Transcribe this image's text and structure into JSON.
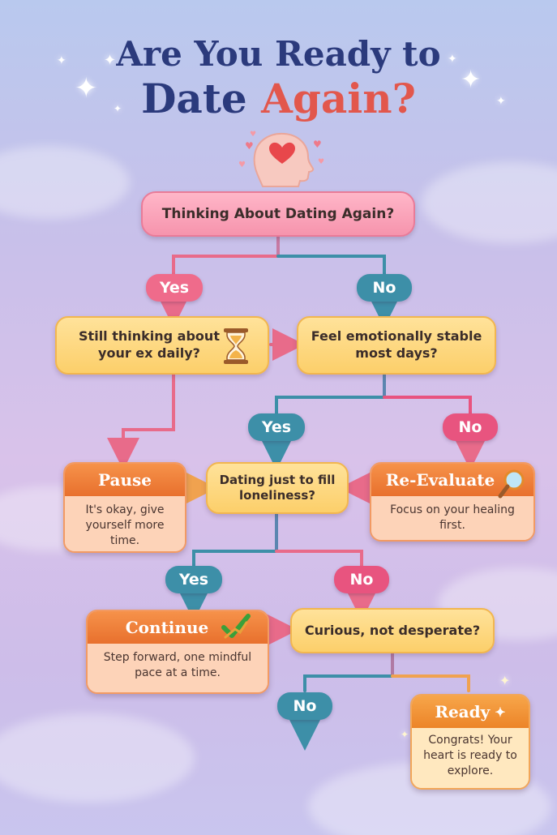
{
  "title": {
    "line1": "Are You Ready to",
    "line2_part1": "Date ",
    "line2_part2": "Again?"
  },
  "nodes": {
    "start": "Thinking About Dating Again?",
    "ex_daily": "Still thinking about your ex daily?",
    "stable": "Feel emotionally stable most days?",
    "loneliness": "Dating just to fill loneliness?",
    "curious": "Curious, not desperate?"
  },
  "labels": {
    "yes1": "Yes",
    "no1": "No",
    "yes2": "Yes",
    "no2": "No",
    "yes3": "Yes",
    "no3": "No",
    "no4": "No"
  },
  "cards": {
    "pause": {
      "title": "Pause",
      "body": "It's okay, give yourself more time."
    },
    "reevaluate": {
      "title": "Re-Evaluate",
      "body": "Focus on your healing first."
    },
    "continue": {
      "title": "Continue",
      "body": "Step forward, one mindful pace at a time."
    },
    "ready": {
      "title": "Ready",
      "body": "Congrats! Your heart is ready to explore."
    }
  },
  "icons": {
    "head": "head-with-heart-icon",
    "hourglass": "hourglass-icon",
    "magnifier": "magnifying-glass-icon",
    "check": "checkmark-icon",
    "sparkle": "sparkle-icon"
  },
  "colors": {
    "title": "#2b3a7c",
    "title_accent": "#e2574c",
    "yes_path": "#e86b8a",
    "no_path": "#3d8fa8",
    "question_fill": "#fccf6a",
    "start_fill": "#f694ad",
    "card_header": "#e8702d"
  }
}
